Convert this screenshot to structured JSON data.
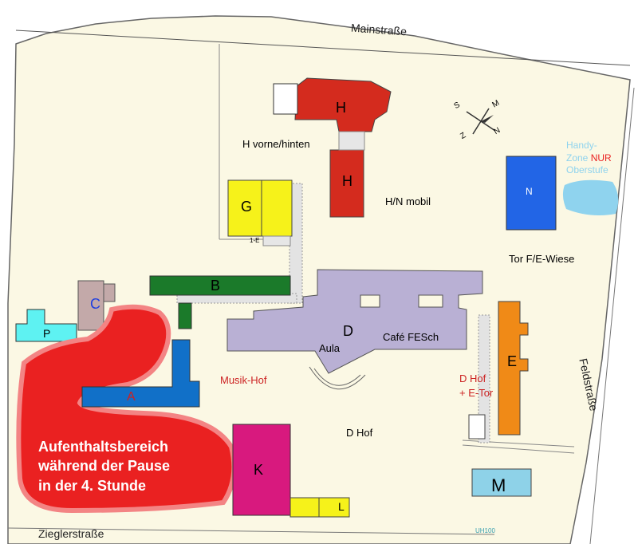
{
  "streets": {
    "north": "Mainstraße",
    "east": "Feldstraße",
    "south": "Zieglerstraße"
  },
  "buildings": {
    "A": "A",
    "B": "B",
    "C": "C",
    "D": "D",
    "E": "E",
    "G": "G",
    "H1": "H",
    "H2": "H",
    "K": "K",
    "L": "L",
    "M": "M",
    "N": "N",
    "P": "P"
  },
  "labels": {
    "h_vorne_hinten": "H vorne/hinten",
    "hn_mobil": "H/N mobil",
    "tor_fe_wiese": "Tor F/E-Wiese",
    "aula": "Aula",
    "cafe": "Café FESch",
    "musik_hof": "Musik-Hof",
    "d_hof_tor_line1": "D Hof",
    "d_hof_tor_line2": "+ E-Tor",
    "d_hof": "D Hof",
    "one_e": "1-E",
    "uh100": "UH100"
  },
  "handy_zone": {
    "line1": "Handy-",
    "line2_prefix": "Zone ",
    "line2_emphasis": "NUR",
    "line3": "Oberstufe"
  },
  "pause_area": {
    "line1": "Aufenthaltsbereich",
    "line2": "während der Pause",
    "line3": "in der 4.  Stunde"
  },
  "compass": [
    "S",
    "M",
    "N",
    "Z"
  ],
  "colors": {
    "ground": "#fbf8e4",
    "A": "#1170c8",
    "B": "#1b7a2a",
    "C": "#c3a9a9",
    "D": "#b9b0d4",
    "E": "#f08a17",
    "G": "#f6f21a",
    "H": "#d42b1e",
    "K": "#d8197e",
    "L": "#f6f21a",
    "M": "#8ed2e8",
    "N": "#2265e6",
    "P": "#5ef2f2",
    "pause_area": "#ea2121",
    "handy_zone": "#8fd3ee"
  }
}
